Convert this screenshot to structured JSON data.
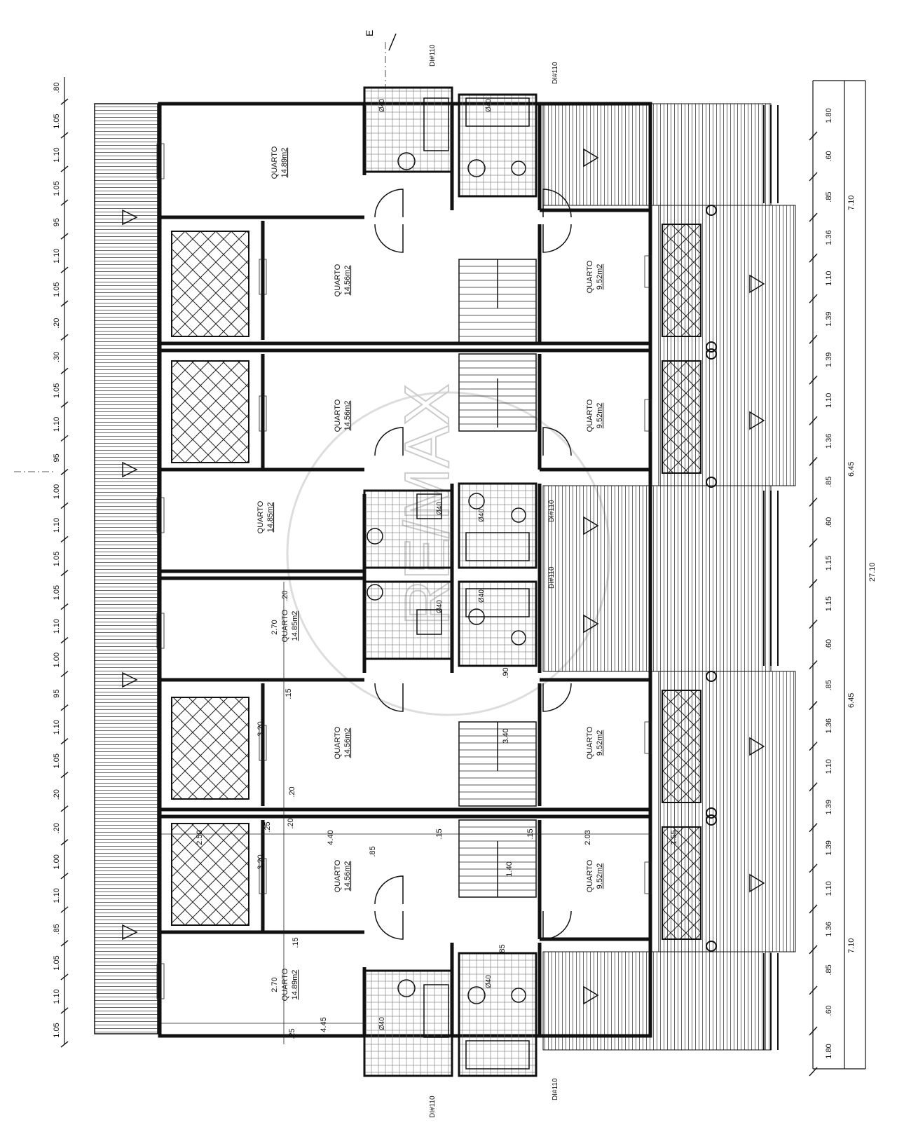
{
  "watermark": "RE/MAX",
  "section_marker": "E",
  "rooms": [
    {
      "label": "QUARTO",
      "area": "14.89m2"
    },
    {
      "label": "QUARTO",
      "area": "14.56m2"
    },
    {
      "label": "QUARTO",
      "area": "9.52m2"
    },
    {
      "label": "QUARTO",
      "area": "14.56m2"
    },
    {
      "label": "QUARTO",
      "area": "9.52m2"
    },
    {
      "label": "QUARTO",
      "area": "14.85m2"
    },
    {
      "label": "QUARTO",
      "area": "14.85m2"
    },
    {
      "label": "QUARTO",
      "area": "14.56m2"
    },
    {
      "label": "QUARTO",
      "area": "9.52m2"
    },
    {
      "label": "QUARTO",
      "area": "14.56m2"
    },
    {
      "label": "QUARTO",
      "area": "9.52m2"
    },
    {
      "label": "QUARTO",
      "area": "14.89m2"
    }
  ],
  "pipes": [
    "DI#110",
    "DI#110",
    "DI#110",
    "DI#110",
    "DI#110",
    "DI#110"
  ],
  "fixture_tag": "Ø40",
  "dims_top": [
    ".80",
    "1.05",
    "1.10",
    "1.05",
    "95",
    "1.10",
    "1.05",
    ".20",
    ".30",
    "1.05",
    "1.10",
    "95",
    "1.00",
    "1.10",
    "1.05",
    "1.05",
    "1.10",
    "1.00",
    "95",
    "1.10",
    "1.05",
    ".20",
    ".20",
    "1.00",
    "1.10",
    ".85",
    "1.05",
    "1.10",
    "1.05"
  ],
  "dims_bottom": [
    "1.80",
    ".60",
    ".85",
    "1.36",
    "1.10",
    "1.39",
    "1.39",
    "1.10",
    "1.36",
    ".85",
    ".60",
    "1.15",
    "1.15",
    ".60",
    ".85",
    "1.36",
    "1.10",
    "1.39",
    "1.39",
    "1.10",
    "1.36",
    ".85",
    ".60",
    "1.80"
  ],
  "dims_total": [
    "7.10",
    "6.45",
    "27.10",
    "6.45",
    "7.10"
  ],
  "dims_interior": [
    "2.70",
    ".20",
    ".15",
    ".20",
    "4.40",
    "2.50",
    ".25",
    "3.20",
    "3.20",
    ".20",
    "2.03",
    "1.55",
    ".15",
    ".15",
    "3.40",
    "1.40",
    "2.70",
    ".15",
    "4.45",
    ".25",
    ".85",
    ".90",
    ".85"
  ]
}
